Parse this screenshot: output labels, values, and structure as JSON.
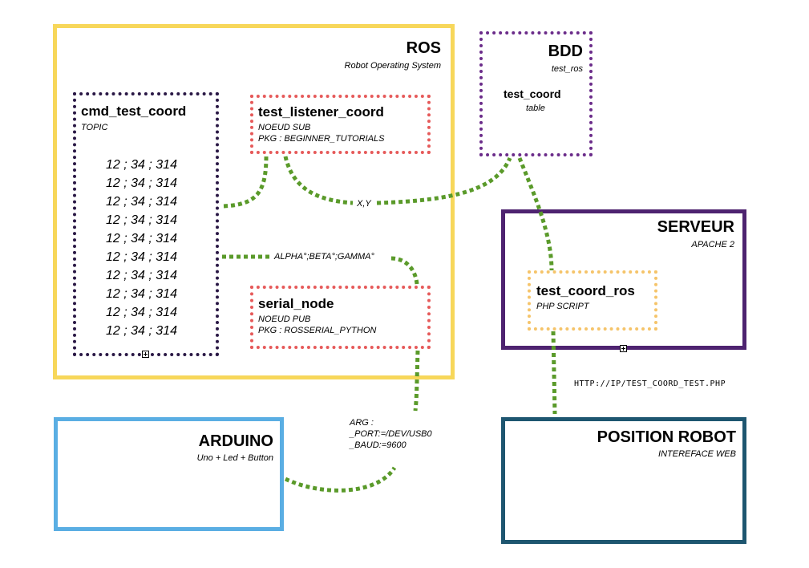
{
  "ros": {
    "title": "ROS",
    "subtitle": "Robot Operating System"
  },
  "bdd": {
    "title": "BDD",
    "subtitle": "test_ros",
    "table_name": "test_coord",
    "table_label": "table"
  },
  "topic": {
    "title": "cmd_test_coord",
    "subtitle": "TOPIC",
    "values": [
      "12 ; 34 ; 314",
      "12 ; 34 ; 314",
      "12 ; 34 ; 314",
      "12 ; 34 ; 314",
      "12 ; 34 ; 314",
      "12 ; 34 ; 314",
      "12 ; 34 ; 314",
      "12 ; 34 ; 314",
      "12 ; 34 ; 314",
      "12 ; 34 ; 314"
    ]
  },
  "listener": {
    "title": "test_listener_coord",
    "line1": "NOEUD SUB",
    "line2": "PKG : BEGINNER_TUTORIALS"
  },
  "serial": {
    "title": "serial_node",
    "line1": "NOEUD PUB",
    "line2": "PKG : ROSSERIAL_PYTHON"
  },
  "serveur": {
    "title": "SERVEUR",
    "subtitle": "APACHE 2"
  },
  "script": {
    "title": "test_coord_ros",
    "subtitle": "PHP SCRIPT"
  },
  "arduino": {
    "title": "ARDUINO",
    "subtitle": "Uno + Led + Button"
  },
  "robot": {
    "title": "POSITION ROBOT",
    "subtitle": "INTEREFACE WEB"
  },
  "links": {
    "xy": "X,Y",
    "angles": "ALPHA°;BETA°;GAMMA°",
    "args": [
      "ARG :",
      "_PORT:=/DEV/USB0",
      "_BAUD:=9600"
    ],
    "http": "HTTP://IP/TEST_COORD_TEST.PHP"
  },
  "colors": {
    "ros": "#f7d75a",
    "bdd": "#6b2c8a",
    "topic": "#2a1845",
    "node": "#e65a5a",
    "serveur": "#4e2370",
    "script": "#f5c46a",
    "arduino": "#5aaee3",
    "robot": "#1e5670",
    "link": "#5a9a2a"
  },
  "icons": {
    "expand": "expand-plus-icon"
  }
}
